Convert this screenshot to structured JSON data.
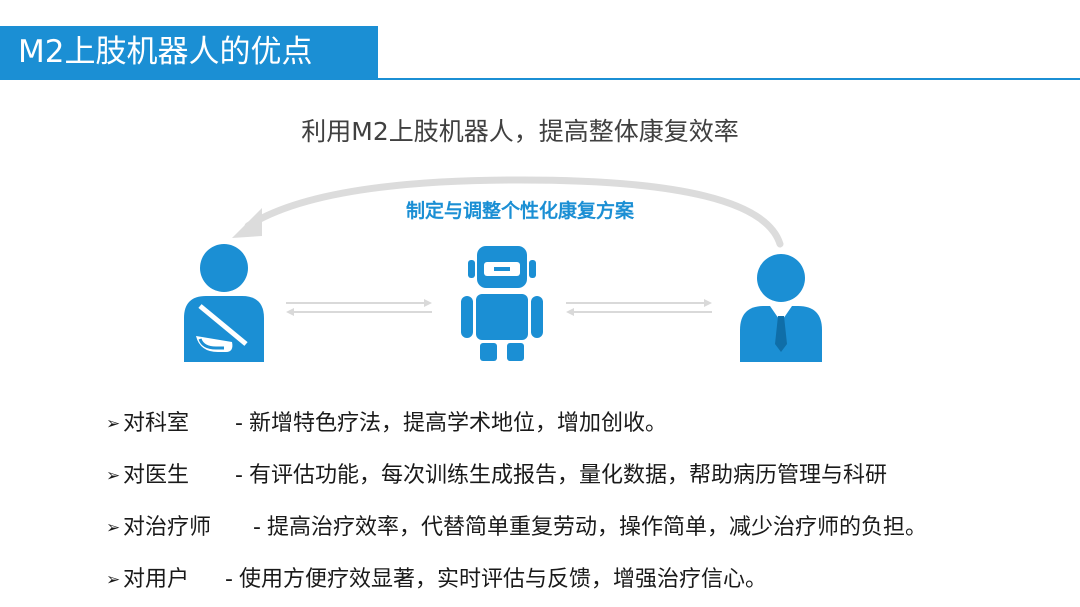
{
  "slide": {
    "title": "M2上肢机器人的优点",
    "subtitle": "利用M2上肢机器人，提高整体康复效率",
    "cycle_label": "制定与调整个性化康复方案"
  },
  "diagram": {
    "left_figure_icon": "injured-patient-with-arm-sling-icon",
    "center_figure_icon": "robot-icon",
    "right_figure_icon": "doctor-with-tie-icon",
    "accent_color": "#1b8fd4",
    "arrow_color": "#d9d9d9"
  },
  "benefits": [
    {
      "bullet": "➢",
      "target": "对科室",
      "sep": "-",
      "text": "新增特色疗法，提高学术地位，增加创收。"
    },
    {
      "bullet": "➢",
      "target": "对医生",
      "sep": "-",
      "text": "有评估功能，每次训练生成报告，量化数据，帮助病历管理与科研"
    },
    {
      "bullet": "➢",
      "target": "对治疗师",
      "sep": "-",
      "text": "提高治疗效率，代替简单重复劳动，操作简单，减少治疗师的负担。"
    },
    {
      "bullet": "➢",
      "target": "对用户",
      "sep": "-",
      "text": "使用方便疗效显著，实时评估与反馈，增强治疗信心。"
    }
  ]
}
